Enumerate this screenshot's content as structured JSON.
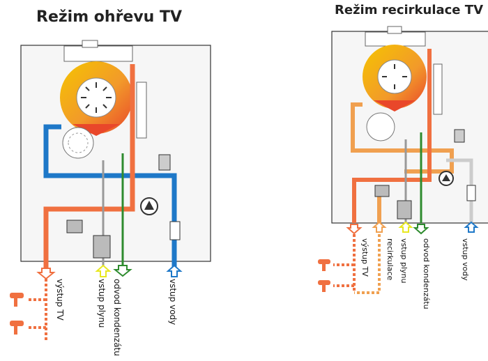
{
  "left": {
    "title": "Režim ohřevu TV",
    "labels": {
      "hot_water_out": "výstup TV",
      "gas_in": "vstup plynu",
      "condensate": "odvod kondenzátu",
      "water_in": "vstup vody"
    }
  },
  "right": {
    "title": "Režim recirkulace TV",
    "labels": {
      "hot_water_out": "výstup TV",
      "recirculation": "recirkulace",
      "gas_in": "vstup plynu",
      "condensate": "odvod kondenzátu",
      "water_in": "vstup vody"
    }
  },
  "colors": {
    "hot": "#f07040",
    "cold": "#1e78c8",
    "recirc": "#f0a050",
    "gas": "#e8e820",
    "condensate": "#2e8b2e",
    "return": "#1e78c8",
    "housing": "#333333"
  }
}
